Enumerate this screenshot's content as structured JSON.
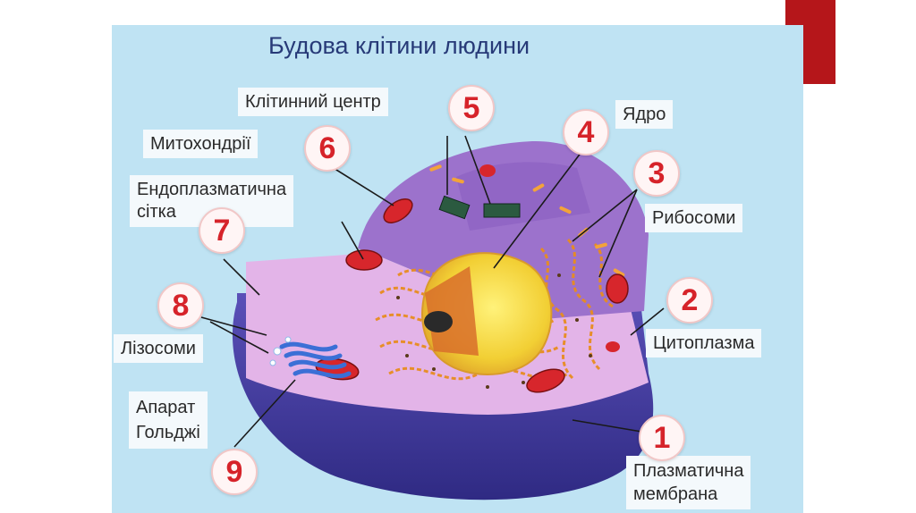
{
  "title": "Будова клітини людини",
  "colors": {
    "panel": "#bfe3f3",
    "accent": "#b5161a",
    "number": "#d6232a",
    "membrane": "#3c3a94",
    "cytoplasm": "#d7a3e0",
    "nucleus": "#f2d23f"
  },
  "labels": {
    "membrane": [
      "Плазматична",
      "мембрана"
    ],
    "cytoplasm": "Цитоплазма",
    "ribosomes": "Рибосоми",
    "nucleus": "Ядро",
    "centrosome": "Клітинний центр",
    "mitochondria": "Митохондрії",
    "er": [
      "Ендоплазматична",
      "сітка"
    ],
    "lysosomes": "Лізосоми",
    "golgi": [
      "Апарат",
      "Гольджі"
    ]
  },
  "numbers": {
    "membrane": "1",
    "cytoplasm": "2",
    "ribosomes": "3",
    "nucleus": "4",
    "centrosome": "5",
    "mitochondria": "6",
    "er": "7",
    "lysosomes": "8",
    "golgi": "9"
  }
}
